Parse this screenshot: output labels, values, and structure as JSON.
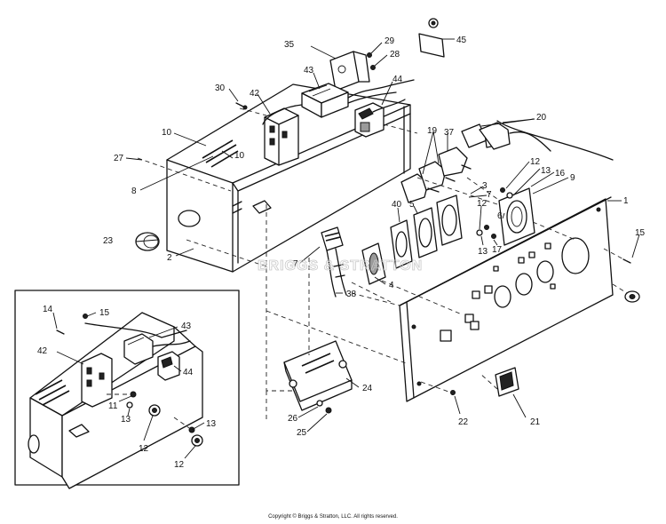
{
  "callouts": [
    {
      "id": "45",
      "label": "45"
    },
    {
      "id": "35",
      "label": "35"
    },
    {
      "id": "29",
      "label": "29"
    },
    {
      "id": "28",
      "label": "28"
    },
    {
      "id": "43a",
      "label": "43"
    },
    {
      "id": "44a",
      "label": "44"
    },
    {
      "id": "30",
      "label": "30"
    },
    {
      "id": "42a",
      "label": "42"
    },
    {
      "id": "20",
      "label": "20"
    },
    {
      "id": "19",
      "label": "19"
    },
    {
      "id": "37",
      "label": "37"
    },
    {
      "id": "10a",
      "label": "10"
    },
    {
      "id": "10b",
      "label": "10"
    },
    {
      "id": "27",
      "label": "27"
    },
    {
      "id": "8",
      "label": "8"
    },
    {
      "id": "12a",
      "label": "12"
    },
    {
      "id": "13a",
      "label": "13"
    },
    {
      "id": "16",
      "label": "16"
    },
    {
      "id": "9",
      "label": "9"
    },
    {
      "id": "3",
      "label": "3"
    },
    {
      "id": "7a",
      "label": "7"
    },
    {
      "id": "1",
      "label": "1"
    },
    {
      "id": "40",
      "label": "40"
    },
    {
      "id": "5",
      "label": "5"
    },
    {
      "id": "12b",
      "label": "12"
    },
    {
      "id": "6",
      "label": "6"
    },
    {
      "id": "13b",
      "label": "13"
    },
    {
      "id": "17",
      "label": "17"
    },
    {
      "id": "23",
      "label": "23"
    },
    {
      "id": "2",
      "label": "2"
    },
    {
      "id": "7b",
      "label": "7"
    },
    {
      "id": "15a",
      "label": "15"
    },
    {
      "id": "38",
      "label": "38"
    },
    {
      "id": "4",
      "label": "4"
    },
    {
      "id": "14",
      "label": "14"
    },
    {
      "id": "15b",
      "label": "15"
    },
    {
      "id": "43b",
      "label": "43"
    },
    {
      "id": "42b",
      "label": "42"
    },
    {
      "id": "44b",
      "label": "44"
    },
    {
      "id": "24",
      "label": "24"
    },
    {
      "id": "11",
      "label": "11"
    },
    {
      "id": "13c",
      "label": "13"
    },
    {
      "id": "13d",
      "label": "13"
    },
    {
      "id": "12c",
      "label": "12"
    },
    {
      "id": "12d",
      "label": "12"
    },
    {
      "id": "26",
      "label": "26"
    },
    {
      "id": "25",
      "label": "25"
    },
    {
      "id": "22",
      "label": "22"
    },
    {
      "id": "21",
      "label": "21"
    }
  ],
  "watermark": "BRIGGS & STRATTON",
  "copyright": "Copyright © Briggs & Stratton, LLC. All rights reserved."
}
